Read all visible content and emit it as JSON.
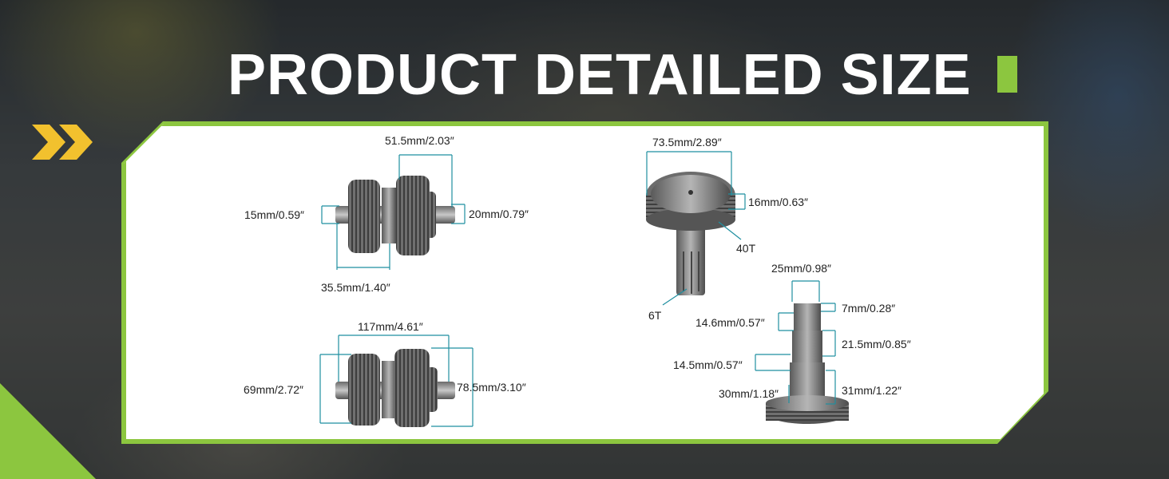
{
  "title": "PRODUCT DETAILED SIZE",
  "colors": {
    "accent": "#8cc63f",
    "chevron": "#f2c12e",
    "dimension": "#1f8fa0"
  },
  "labels": {
    "top_left_width": "51.5mm/2.03″",
    "left_shaft_dia": "15mm/0.59″",
    "right_shaft_dia": "20mm/0.79″",
    "gear_span": "35.5mm/1.40″",
    "total_length": "117mm/4.61″",
    "left_gear_dia": "69mm/2.72″",
    "right_gear_dia": "78.5mm/3.10″",
    "gear40_dia": "73.5mm/2.89″",
    "gear40_width": "16mm/0.63″",
    "gear40_teeth": "40T",
    "spline_teeth": "6T",
    "shaft_top_length": "25mm/0.98″",
    "shaft_tip": "7mm/0.28″",
    "shaft_upper_dia": "14.6mm/0.57″",
    "shaft_mid_length": "21.5mm/0.85″",
    "shaft_lower_dia": "14.5mm/0.57″",
    "shaft_base_dia": "30mm/1.18″",
    "shaft_base_length": "31mm/1.22″"
  }
}
